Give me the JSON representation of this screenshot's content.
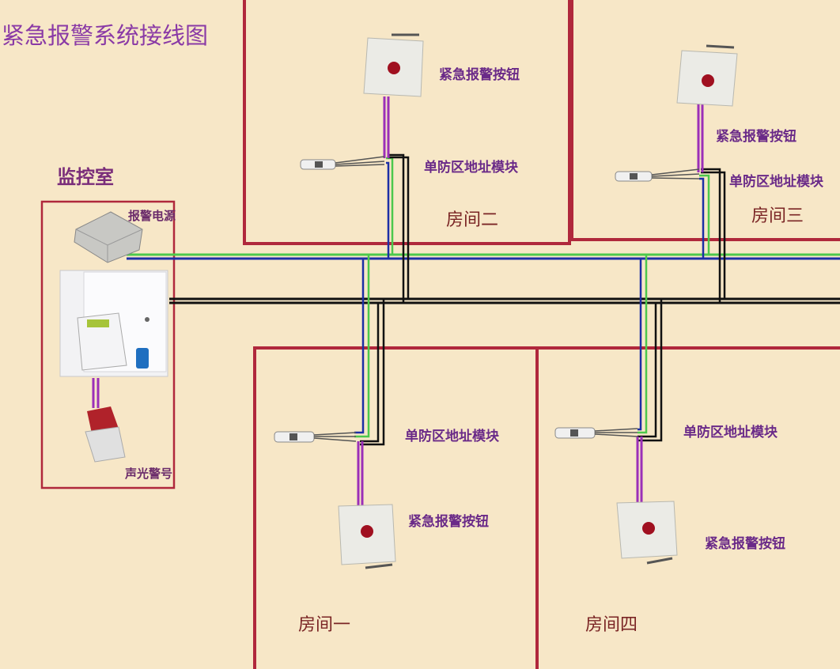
{
  "title": "紧急报警系统接线图",
  "monitor_room": {
    "label": "监控室",
    "power_label": "报警电源",
    "siren_label": "声光警号"
  },
  "rooms": [
    {
      "name": "房间一",
      "module_label": "单防区地址模块",
      "button_label": "紧急报警按钮"
    },
    {
      "name": "房间二",
      "module_label": "单防区地址模块",
      "button_label": "紧急报警按钮"
    },
    {
      "name": "房间三",
      "module_label": "单防区地址模块",
      "button_label": "紧急报警按钮"
    },
    {
      "name": "房间四",
      "module_label": "单防区地址模块",
      "button_label": "紧急报警按钮"
    }
  ],
  "colors": {
    "background": "#f7e7c7",
    "room_wall": "#b0283c",
    "bus_green": "#4cc84c",
    "bus_blue": "#1c2fa6",
    "bus_black": "#111111",
    "wire_purple": "#9b2fb8",
    "label_purple": "#6a2a88"
  }
}
